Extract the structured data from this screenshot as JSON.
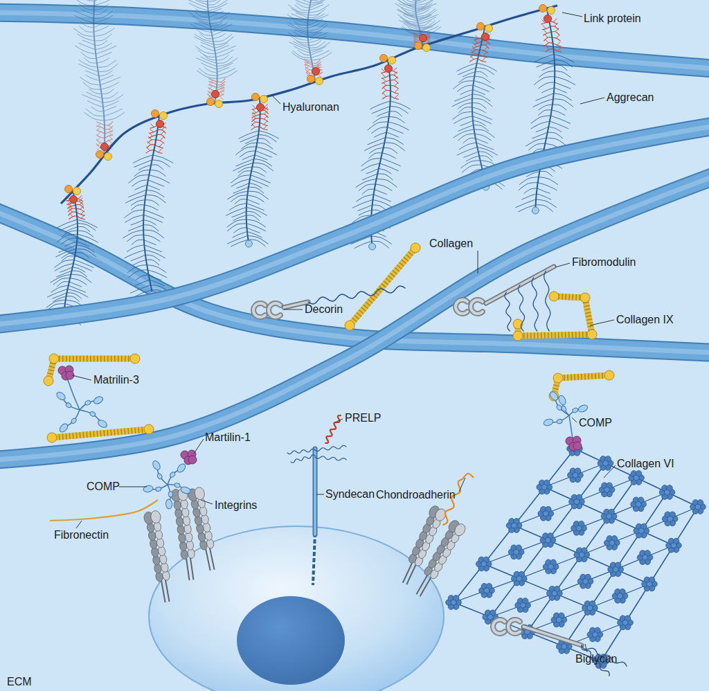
{
  "diagram": {
    "labels": [
      "Link protein",
      "Aggrecan",
      "Hyaluronan",
      "Collagen",
      "Fibromodulin",
      "Decorin",
      "Collagen IX",
      "Matrilin-3",
      "PRELP",
      "COMP",
      "Martilin-1",
      "Collagen VI",
      "COMP",
      "Syndecan",
      "Chondroadherin",
      "Integrins",
      "Fibronectin",
      "Biglycan",
      "ECM"
    ]
  }
}
